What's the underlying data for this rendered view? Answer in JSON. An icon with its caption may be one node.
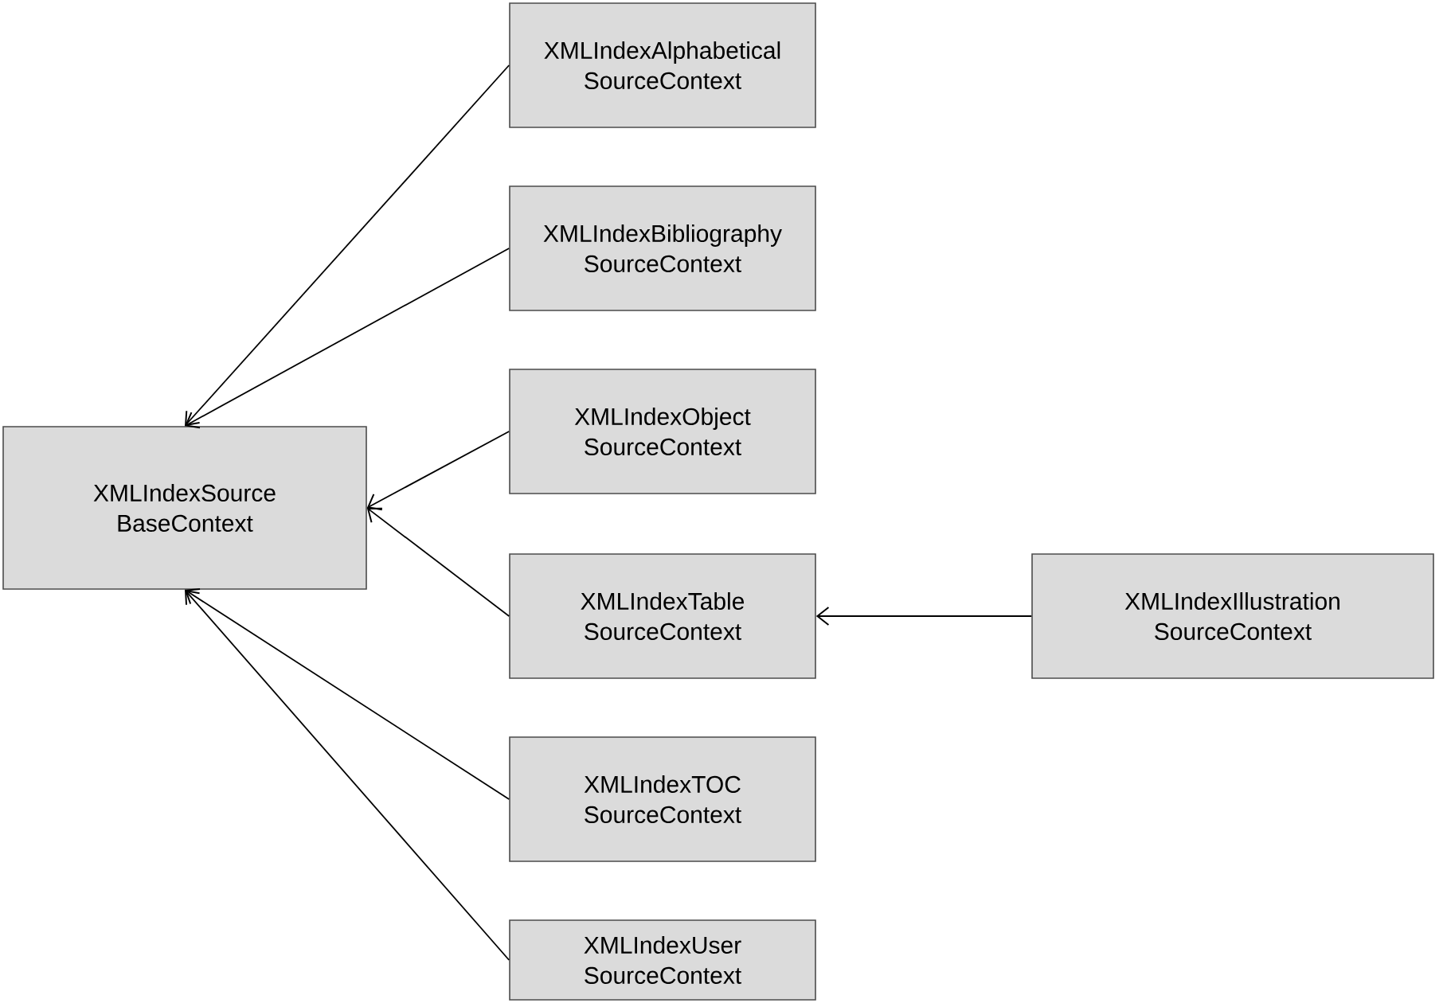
{
  "diagram": {
    "nodes": [
      {
        "text": [
          "XMLIndexSource BaseContext"
        ]
      },
      {
        "text": [
          "XMLIndexAlphabetical SourceContext"
        ]
      },
      {
        "text": [
          "XMLIndexBibliography SourceContext"
        ]
      },
      {
        "text": [
          "XMLIndexObject SourceContext"
        ]
      },
      {
        "text": [
          "XMLIndexTable SourceContext"
        ]
      },
      {
        "text": [
          "XMLIndexIllustration SourceContext"
        ]
      },
      {
        "text": [
          "XMLIndexTOC SourceContext"
        ]
      },
      {
        "text": [
          "XMLIndexUser SourceContext"
        ]
      }
    ],
    "edges": [
      {
        "from": 1,
        "to": 0,
        "arrow": "to"
      },
      {
        "from": 2,
        "to": 0,
        "arrow": "to"
      },
      {
        "from": 3,
        "to": 0,
        "arrow": "to"
      },
      {
        "from": 4,
        "to": 0,
        "arrow": "to"
      },
      {
        "from": 5,
        "to": 4,
        "arrow": "to"
      },
      {
        "from": 6,
        "to": 0,
        "arrow": "to"
      },
      {
        "from": 7,
        "to": 0,
        "arrow": "to"
      }
    ]
  }
}
